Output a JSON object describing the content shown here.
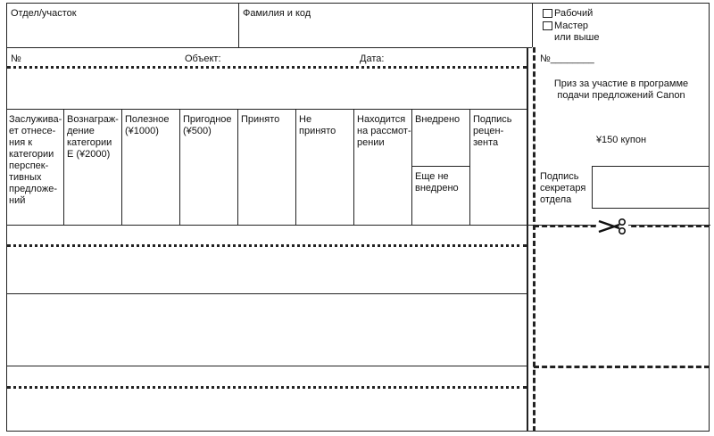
{
  "header": {
    "department_label": "Отдел/участок",
    "name_code_label": "Фамилия и код",
    "options": [
      "Рабочий",
      "Мастер\nили выше"
    ]
  },
  "row2": {
    "number_label": "№",
    "object_label": "Объект:",
    "date_label": "Дата:"
  },
  "categories": [
    "Заслужива-\nет отнесе-\nния к\nкатегории\nперспек-\nтивных\nпредложе-\nний",
    "Вознаграж-\nдение\nкатегории\nE (¥2000)",
    "Полезное\n(¥1000)",
    "Пригодное\n(¥500)",
    "Принято",
    "Не\nпринято",
    "Находится\nна рассмот-\nрении",
    "Внедрено",
    "Еще не\nвнедрено",
    "Подпись\nрецен-\nзента"
  ],
  "coupon": {
    "number_label": "№________",
    "prize_text": "Приз за участие в программе\nподачи предложений Canon",
    "value": "¥150 купон",
    "signature_label": "Подпись\nсекретаря\nотдела"
  },
  "icons": {
    "cut": "scissors-icon"
  }
}
